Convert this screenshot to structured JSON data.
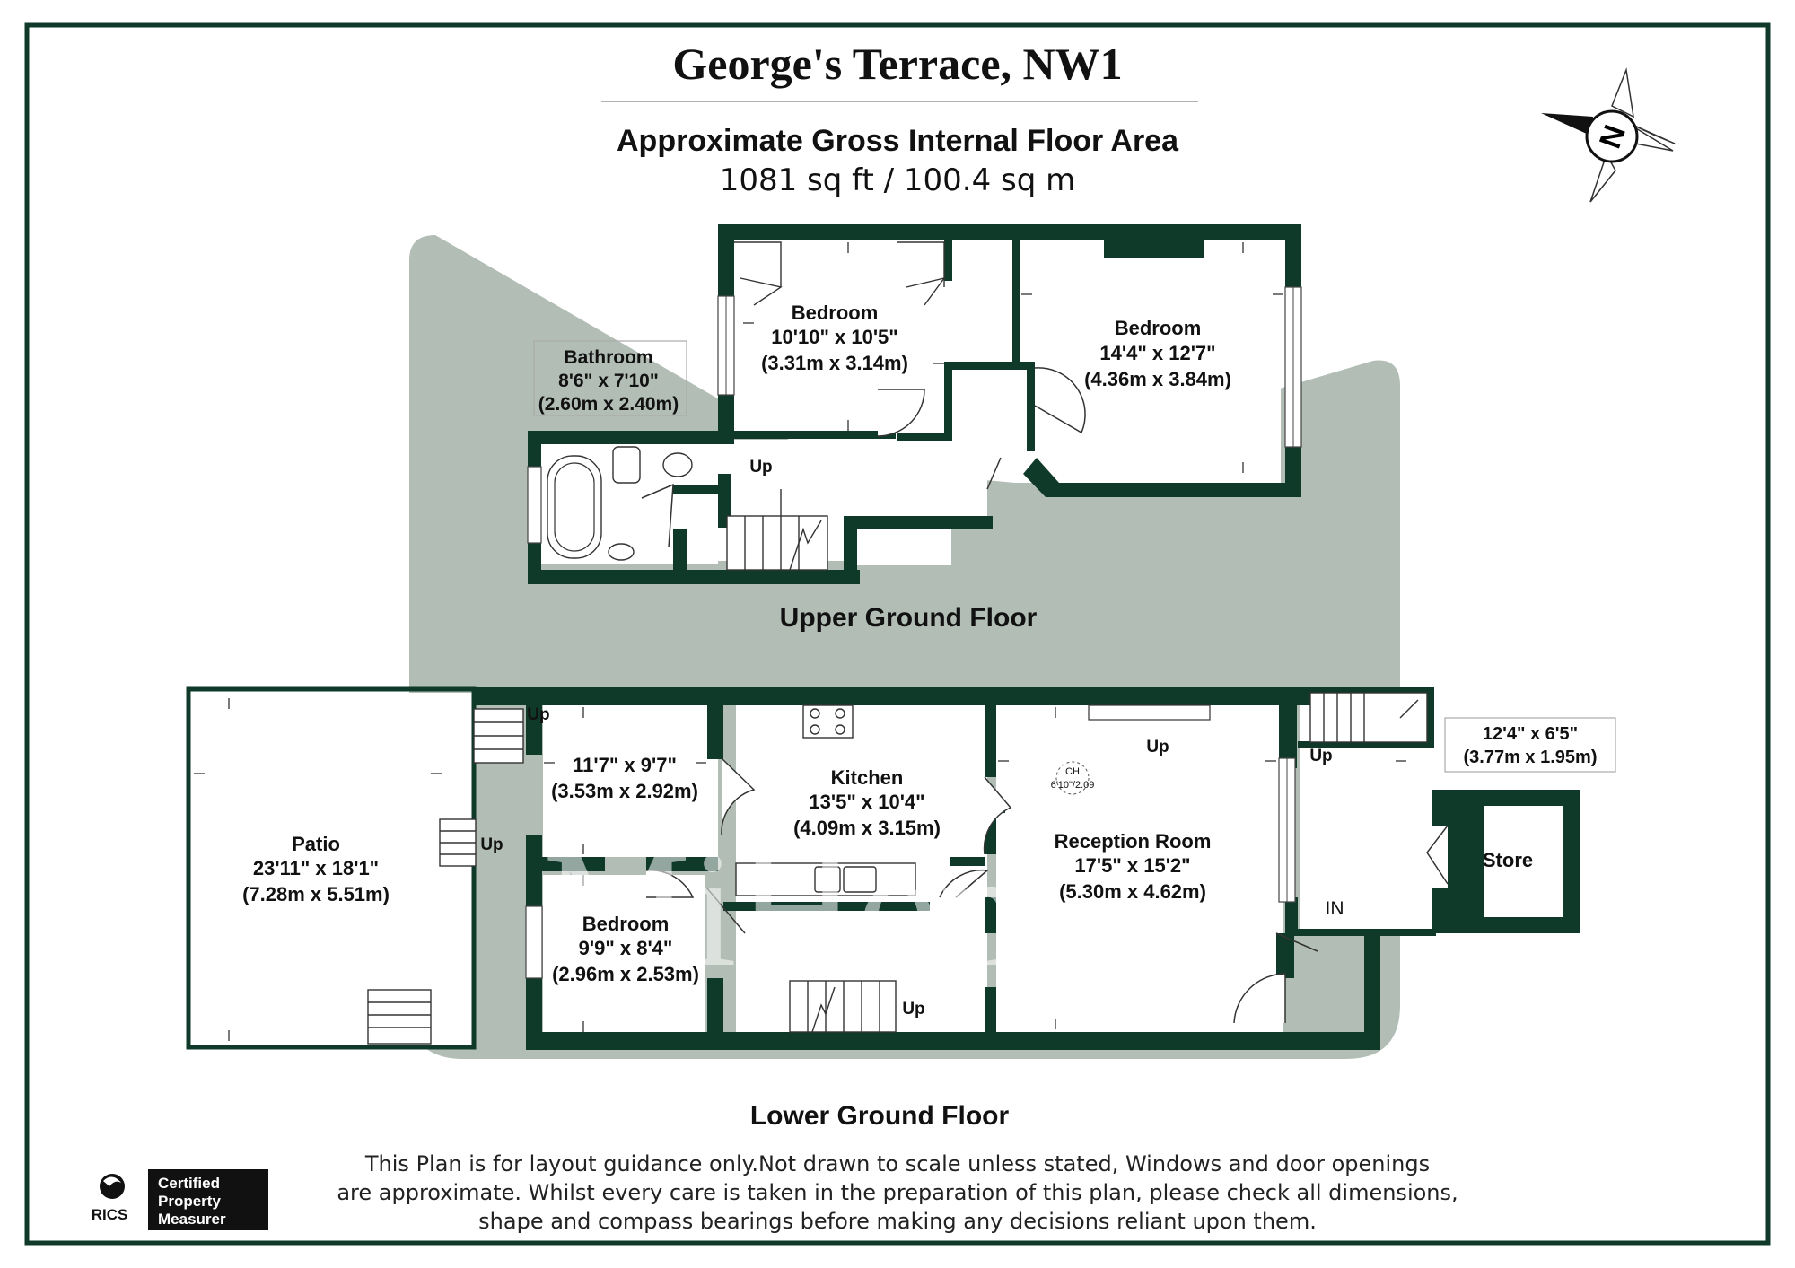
{
  "header": {
    "title": "George's Terrace, NW1",
    "area_heading": "Approximate Gross Internal Floor Area",
    "area_value": "1081 sq ft / 100.4 sq m"
  },
  "watermark": "MiHomes",
  "compass": {
    "icon": "north-arrow-icon",
    "letter": "N"
  },
  "floors": {
    "upper": "Upper Ground Floor",
    "lower": "Lower Ground Floor"
  },
  "rooms": {
    "bathroom": {
      "name": "Bathroom",
      "imperial": "8'6\" x 7'10\"",
      "metric": "(2.60m x 2.40m)"
    },
    "bedroom_upper_left": {
      "name": "Bedroom",
      "imperial": "10'10\" x 10'5\"",
      "metric": "(3.31m x 3.14m)"
    },
    "bedroom_upper_right": {
      "name": "Bedroom",
      "imperial": "14'4\" x 12'7\"",
      "metric": "(4.36m x 3.84m)"
    },
    "patio": {
      "name": "Patio",
      "imperial": "23'11\" x 18'1\"",
      "metric": "(7.28m x 5.51m)"
    },
    "room_unnamed": {
      "imperial": "11'7\" x 9'7\"",
      "metric": "(3.53m x 2.92m)"
    },
    "kitchen": {
      "name": "Kitchen",
      "imperial": "13'5\" x 10'4\"",
      "metric": "(4.09m x 3.15m)"
    },
    "reception": {
      "name": "Reception Room",
      "imperial": "17'5\" x 15'2\"",
      "metric": "(5.30m x 4.62m)"
    },
    "bedroom_lower": {
      "name": "Bedroom",
      "imperial": "9'9\" x 8'4\"",
      "metric": "(2.96m x 2.53m)"
    },
    "store": {
      "name": "Store",
      "imperial": "12'4\" x 6'5\"",
      "metric": "(3.77m x 1.95m)"
    }
  },
  "stair_labels": {
    "up": "Up",
    "entrance": "IN"
  },
  "ceiling_height": {
    "label": "CH",
    "value": "6'10\"/2.09"
  },
  "disclaimer": [
    "This Plan is for layout guidance only.Not drawn to scale unless stated, Windows and door openings",
    "are approximate. Whilst every care is taken in the preparation of this plan, please check all dimensions,",
    "shape and compass bearings before making any decisions reliant upon them."
  ],
  "badge": {
    "org": "RICS",
    "line1": "Certified",
    "line2": "Property",
    "line3": "Measurer"
  },
  "colors": {
    "wall": "#0f3a2a",
    "watermark_shape": "#b2bdb6",
    "frame": "#0f3a2a"
  }
}
